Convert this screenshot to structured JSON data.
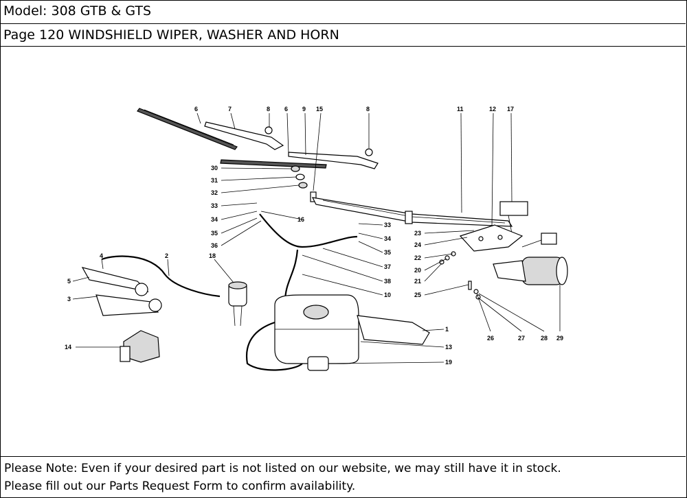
{
  "header": {
    "model": "Model: 308 GTB & GTS",
    "page": "Page 120  WINDSHIELD WIPER, WASHER AND HORN"
  },
  "note": {
    "line1": "Please Note: Even if your desired part is not listed on our website, we may still have it in stock.",
    "line2": "Please fill out our Parts Request Form to confirm availability."
  },
  "callouts": {
    "c1": "1",
    "c2": "2",
    "c3": "3",
    "c4": "4",
    "c5": "5",
    "c6a": "6",
    "c6b": "6",
    "c7": "7",
    "c8a": "8",
    "c8b": "8",
    "c9": "9",
    "c10": "10",
    "c11": "11",
    "c12": "12",
    "c13": "13",
    "c14": "14",
    "c15": "15",
    "c16": "16",
    "c17": "17",
    "c18": "18",
    "c19": "19",
    "c20": "20",
    "c21": "21",
    "c22": "22",
    "c23": "23",
    "c24": "24",
    "c25": "25",
    "c26": "26",
    "c27": "27",
    "c28": "28",
    "c29": "29",
    "c30": "30",
    "c31": "31",
    "c32": "32",
    "c33a": "33",
    "c33b": "33",
    "c34a": "34",
    "c34b": "34",
    "c35a": "35",
    "c35b": "35",
    "c36": "36",
    "c37": "37",
    "c38": "38"
  }
}
